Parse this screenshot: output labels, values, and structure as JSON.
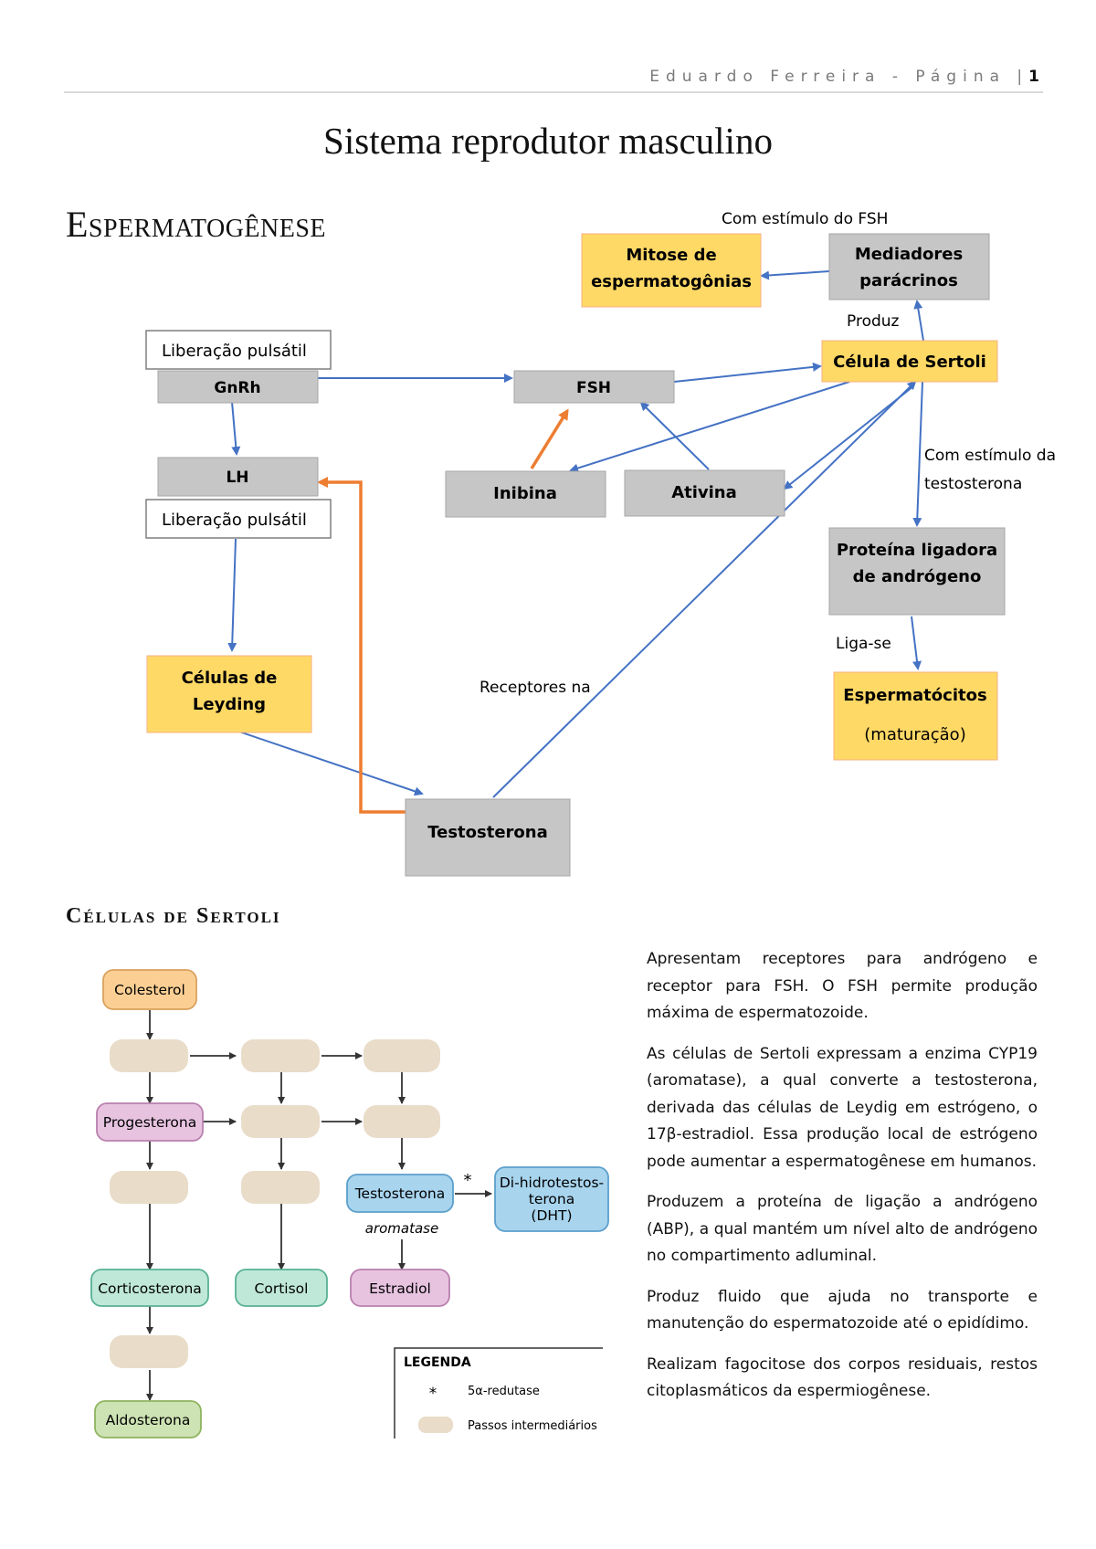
{
  "header": {
    "text": "Eduardo Ferreira - Página |",
    "page": "1"
  },
  "title": "Sistema reprodutor masculino",
  "section1": {
    "heading": "Espermatogênese"
  },
  "diagram": {
    "gnrh": "GnRh",
    "lh": "LH",
    "fsh": "FSH",
    "pulsatile_1": "Liberação pulsátil",
    "pulsatile_2": "Liberação pulsátil",
    "leydig_1": "Células de",
    "leydig_2": "Leyding",
    "testosterone": "Testosterona",
    "inhibin": "Inibina",
    "activin": "Ativina",
    "sertoli": "Célula de Sertoli",
    "mitosis_1": "Mitose de",
    "mitosis_2": "espermatogônias",
    "paracrine_1": "Mediadores",
    "paracrine_2": "parácrinos",
    "abp_1": "Proteína ligadora",
    "abp_2": "de andrógeno",
    "spermatocytes_1": "Espermatócitos",
    "spermatocytes_2": "(maturação)",
    "fsh_stimulus": "Com estímulo do FSH",
    "produces": "Produz",
    "testo_stimulus_1": "Com estímulo da",
    "testo_stimulus_2": "testosterona",
    "binds": "Liga-se",
    "receptors": "Receptores na",
    "colors": {
      "gray": "#c6c6c6",
      "yellow": "#ffd966",
      "blue_arrow": "#4472c4",
      "orange_arrow": "#ed7d31"
    }
  },
  "section2": {
    "heading": "Células de Sertoli"
  },
  "steroid": {
    "colesterol": "Colesterol",
    "progesterona": "Progesterona",
    "corticosterona": "Corticosterona",
    "aldosterona": "Aldosterona",
    "cortisol": "Cortisol",
    "testosterona": "Testosterona",
    "estradiol": "Estradiol",
    "dht_1": "Di-hidrotestos-",
    "dht_2": "terona",
    "dht_3": "(DHT)",
    "aromatase": "aromatase",
    "star": "*",
    "legend_title": "LEGENDA",
    "legend_star": "*",
    "legend_reductase": "5α-redutase",
    "legend_steps": "Passos intermediários"
  },
  "paragraphs": [
    "Apresentam receptores para andrógeno e receptor para FSH. O FSH permite produção máxima de espermatozoide.",
    "As células de Sertoli expressam a enzima CYP19 (aromatase), a qual converte a testosterona, derivada das células de Leydig em estrógeno, o 17β-estradiol. Essa produção local de estrógeno pode aumentar a espermatogênese em humanos.",
    "Produzem a proteína de ligação a andrógeno (ABP), a qual mantém um nível alto de andrógeno no compartimento adluminal.",
    "Produz fluido que ajuda no transporte e manutenção do espermatozoide até o epidídimo.",
    "Realizam fagocitose dos corpos residuais, restos citoplasmáticos da espermiogênese."
  ]
}
